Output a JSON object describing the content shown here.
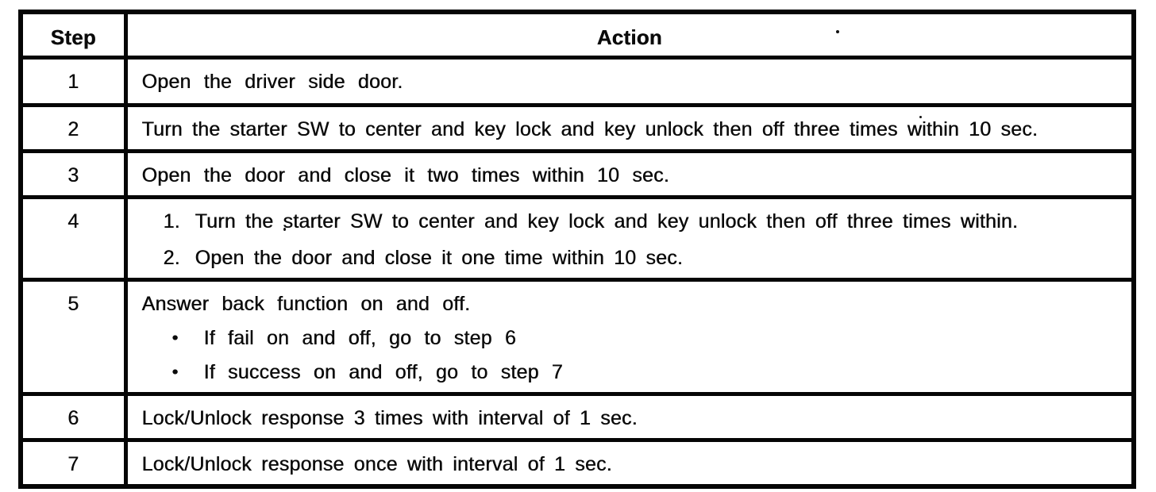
{
  "document": {
    "background_color": "#ffffff",
    "ink_color": "#0b0b0b"
  },
  "table": {
    "headers": {
      "step": "Step",
      "action": "Action"
    },
    "rows": [
      {
        "step": "1",
        "lines": [
          {
            "type": "text",
            "text": "Open the driver side door."
          }
        ]
      },
      {
        "step": "2",
        "lines": [
          {
            "type": "text",
            "text": "Turn the starter SW to center and key lock and key unlock then off three times within 10 sec."
          }
        ]
      },
      {
        "step": "3",
        "lines": [
          {
            "type": "text",
            "text": "Open the door and close it two times within 10 sec."
          }
        ]
      },
      {
        "step": "4",
        "lines": [
          {
            "type": "numbered",
            "marker": "1.",
            "text": "Turn the starter SW to center and key lock and key unlock then off three times within."
          },
          {
            "type": "numbered",
            "marker": "2.",
            "text": "Open the door and close it one time within 10 sec."
          }
        ]
      },
      {
        "step": "5",
        "lines": [
          {
            "type": "text",
            "text": "Answer back function on and off."
          },
          {
            "type": "bullet",
            "marker": "•",
            "text": "If fail on and off, go to step 6"
          },
          {
            "type": "bullet",
            "marker": "•",
            "text": "If success on and off, go to step 7"
          }
        ]
      },
      {
        "step": "6",
        "lines": [
          {
            "type": "text",
            "text": "Lock/Unlock response 3 times with interval of 1 sec."
          }
        ]
      },
      {
        "step": "7",
        "lines": [
          {
            "type": "text",
            "text": "Lock/Unlock response once with interval of 1 sec."
          }
        ]
      }
    ]
  }
}
